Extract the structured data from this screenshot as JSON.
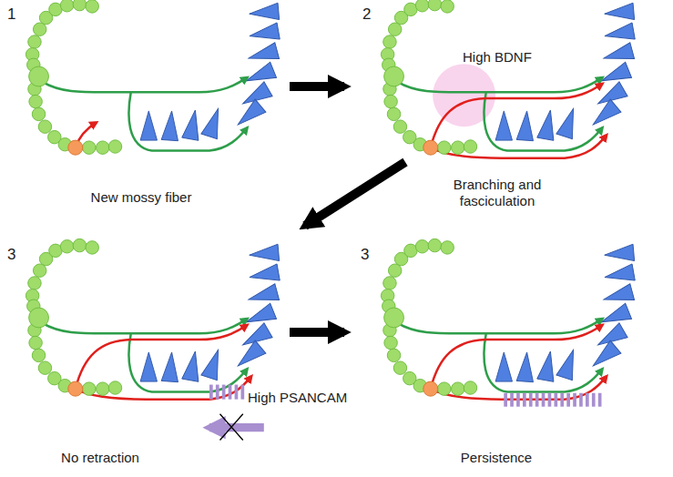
{
  "diagram": {
    "labels": [
      "1",
      "New mossy fiber",
      "2",
      "High BDNF",
      "Branching and fasciculation",
      "3",
      "High PSANCAM",
      "No retraction",
      "3",
      "Persistence"
    ]
  }
}
